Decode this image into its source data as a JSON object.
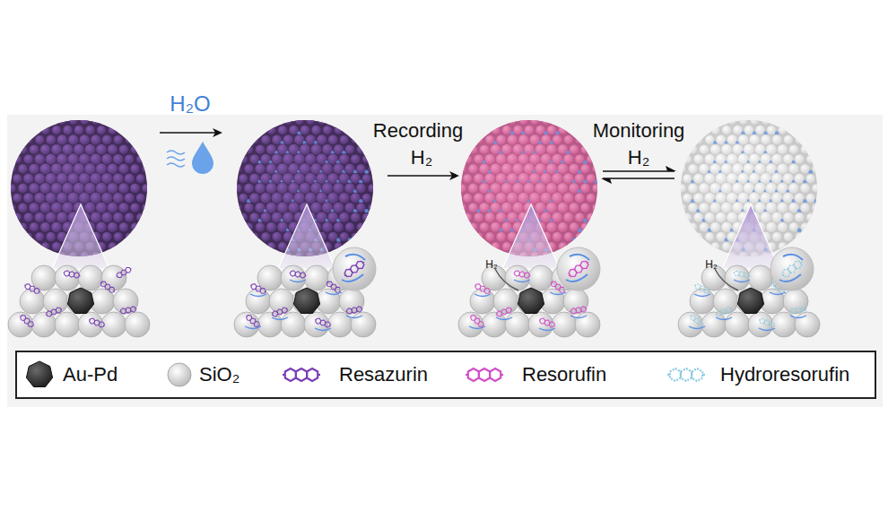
{
  "diagram": {
    "labels": [
      "H₂O",
      "Recording",
      "H₂",
      "Monitoring",
      "H₂",
      "H₂",
      "H₂"
    ],
    "legend": [
      {
        "text": "Au-Pd"
      },
      {
        "text": "SiO₂"
      },
      {
        "text": "Resazurin"
      },
      {
        "text": "Resorufin"
      },
      {
        "text": "Hydroresorufin"
      }
    ]
  }
}
